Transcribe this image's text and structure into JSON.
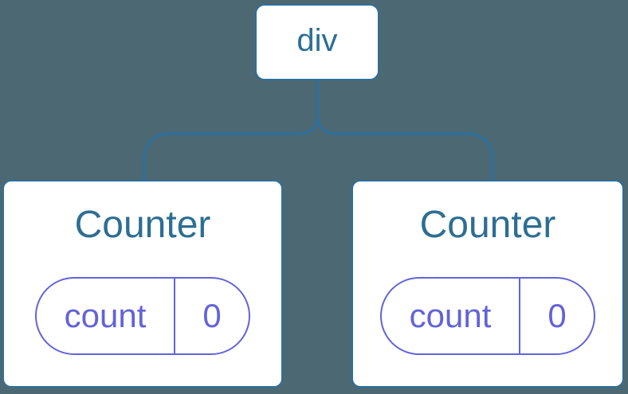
{
  "diagram": {
    "root": {
      "label": "div"
    },
    "children": [
      {
        "title": "Counter",
        "state": {
          "key": "count",
          "value": "0"
        }
      },
      {
        "title": "Counter",
        "state": {
          "key": "count",
          "value": "0"
        }
      }
    ]
  },
  "colors": {
    "background": "#4C6872",
    "node_fill": "#FFFFFF",
    "node_stroke": "#2F6F9A",
    "node_text": "#2D6E93",
    "state_accent": "#6363D8"
  }
}
